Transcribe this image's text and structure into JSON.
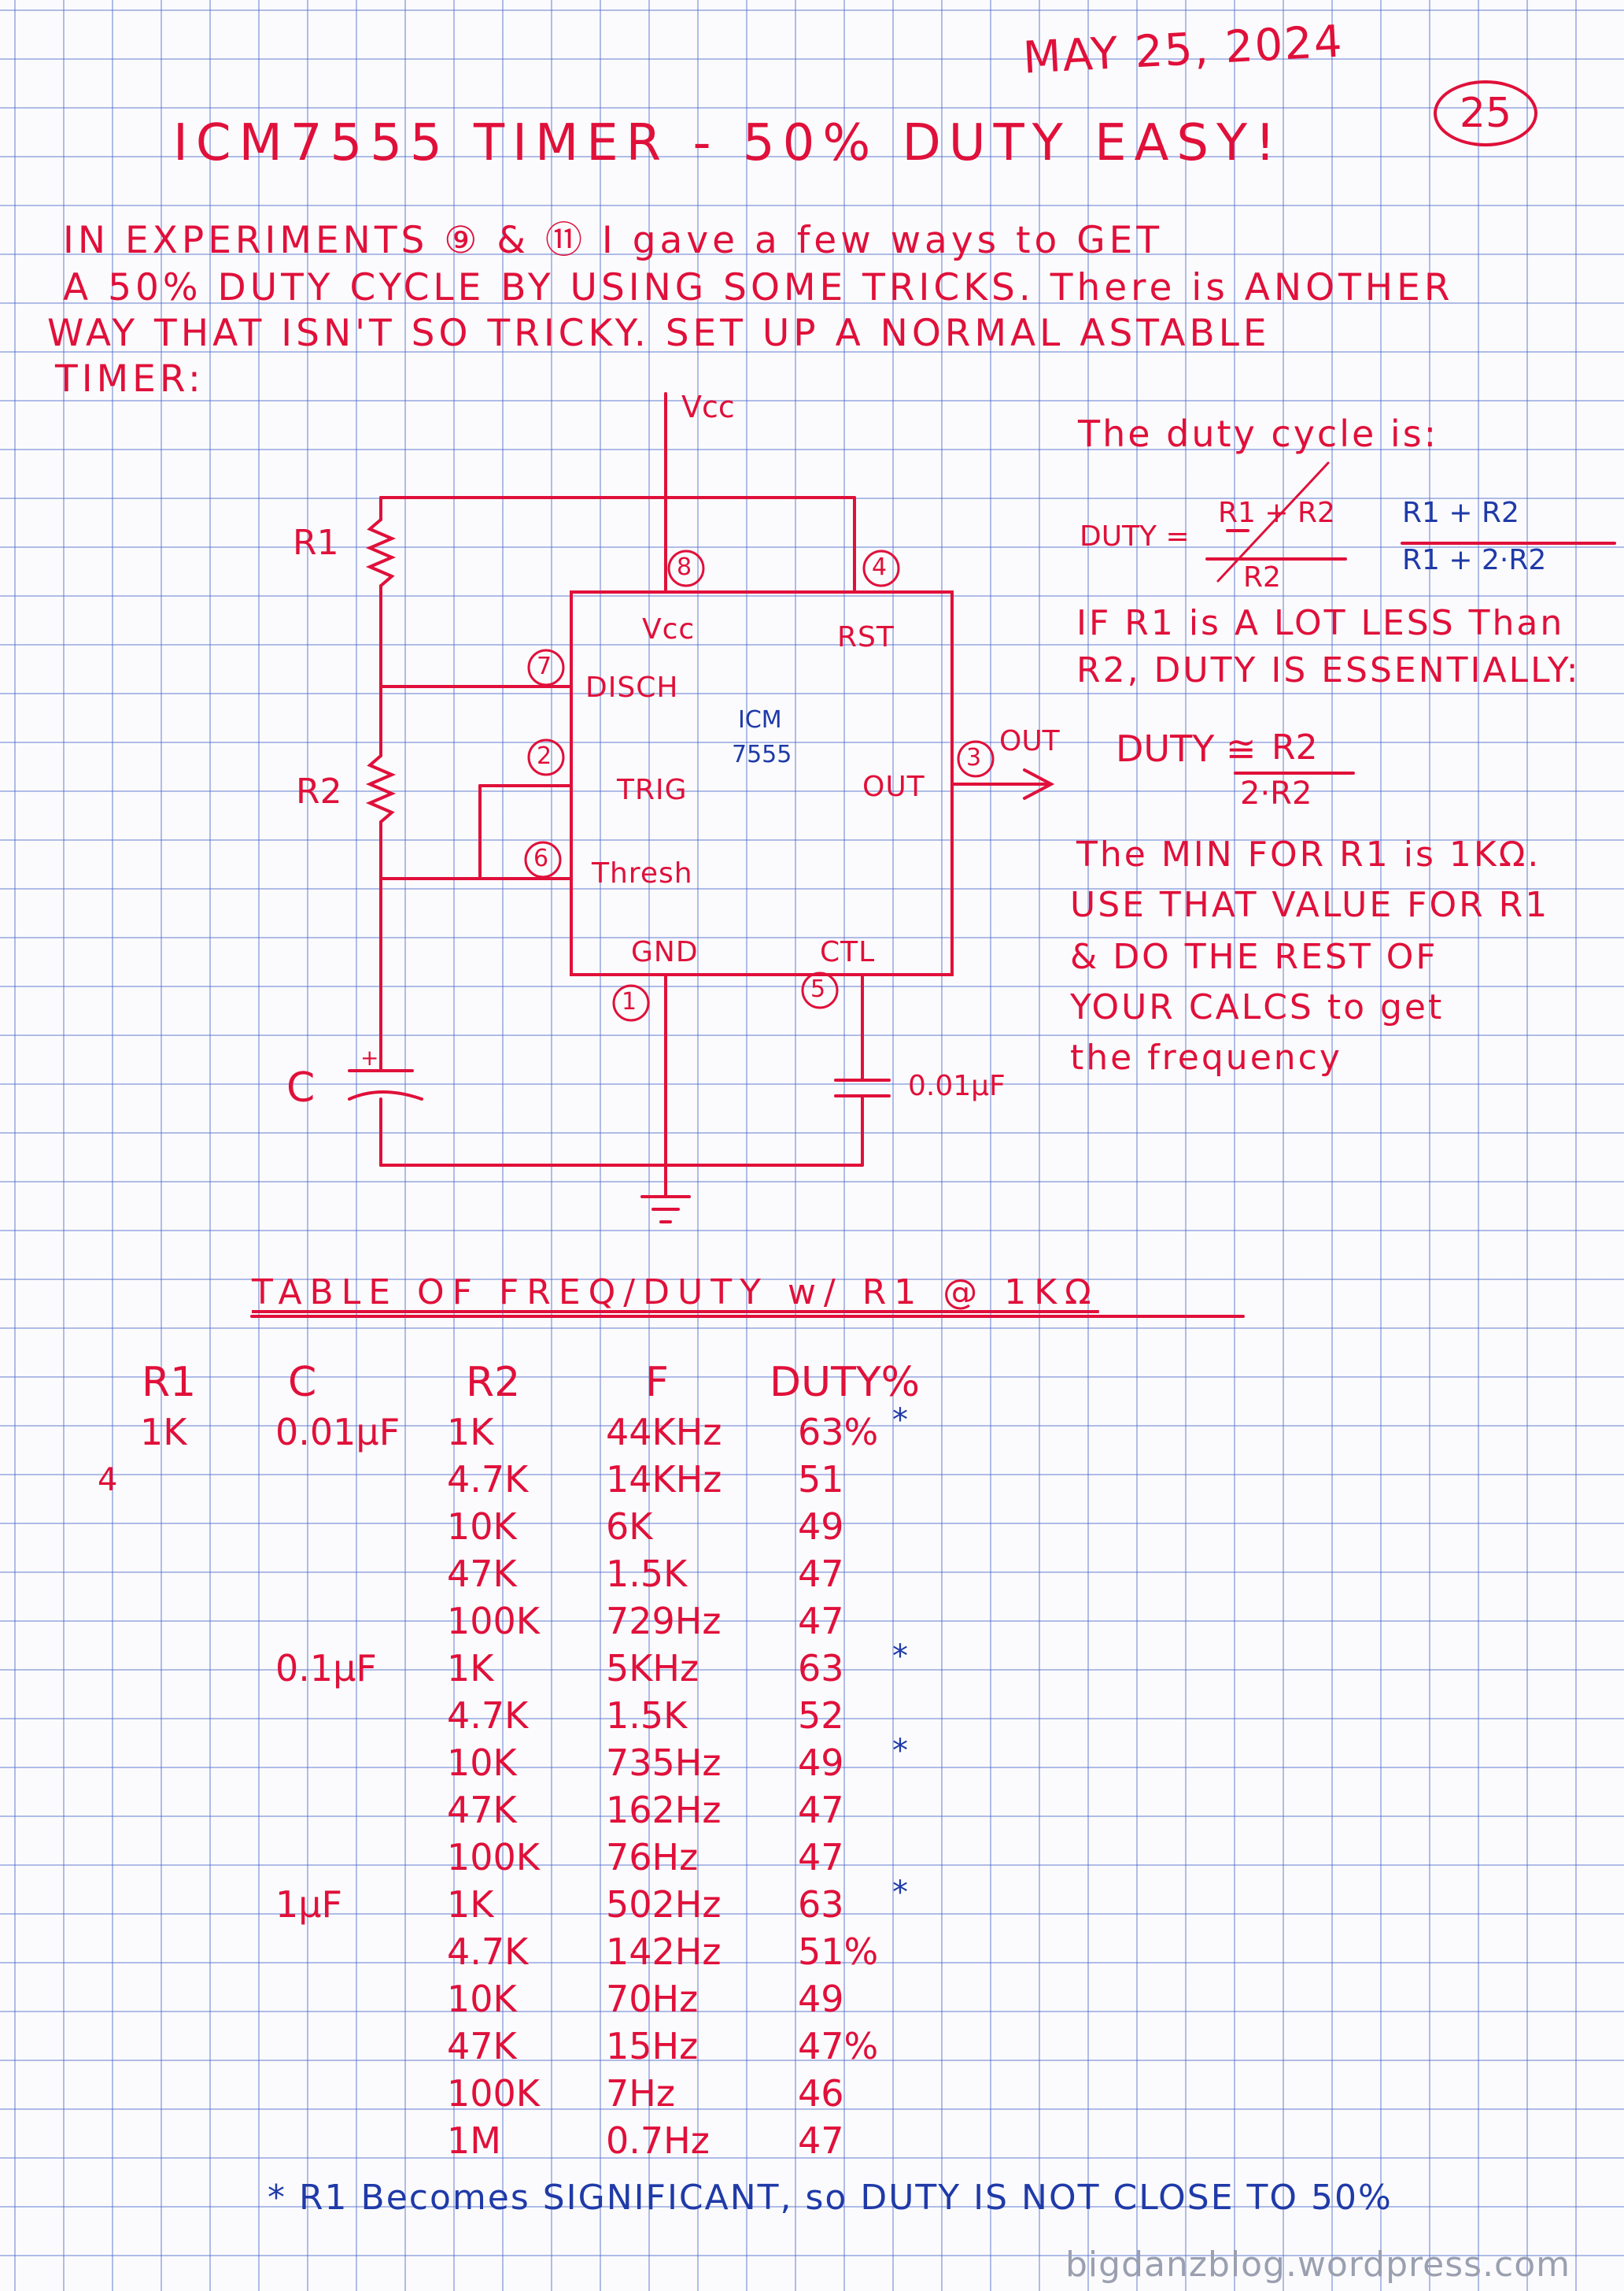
{
  "header": {
    "date": "MAY 25, 2024",
    "page_number": "25",
    "title": "ICM7555 TIMER - 50% DUTY EASY!"
  },
  "intro": [
    "IN EXPERIMENTS ⑨ & ⑪ I gave a few ways to GET",
    "A 50% DUTY CYCLE BY USING SOME TRICKS. There is ANOTHER",
    "WAY THAT ISN'T SO TRICKY. SET UP A NORMAL ASTABLE",
    "TIMER:"
  ],
  "schematic": {
    "vcc": "Vcc",
    "r1": "R1",
    "r2": "R2",
    "c": "C",
    "c_plus": "+",
    "ic_line1": "ICM",
    "ic_line2": "7555",
    "cap_value": "0.01µF",
    "out_label": "OUT",
    "pins": [
      {
        "num": "8",
        "name": "Vcc"
      },
      {
        "num": "4",
        "name": "RST"
      },
      {
        "num": "7",
        "name": "DISCH"
      },
      {
        "num": "2",
        "name": "TRIG"
      },
      {
        "num": "6",
        "name": "Thresh"
      },
      {
        "num": "3",
        "name": "OUT"
      },
      {
        "num": "1",
        "name": "GND"
      },
      {
        "num": "5",
        "name": "CTL"
      }
    ]
  },
  "notes": {
    "duty_heading": "The duty cycle is:",
    "duty_label": "DUTY =",
    "frac1_num": "R1 + R2",
    "frac1_den": "R2",
    "frac2_num": "R1 + R2",
    "frac2_den": "R1 + 2·R2",
    "if_line1": "IF R1 is A LOT LESS Than",
    "if_line2": "R2, DUTY IS ESSENTIALLY:",
    "approx_label": "DUTY ≅",
    "approx_num": "R2",
    "approx_den": "2·R2",
    "min_lines": [
      "The MIN FOR R1 is 1KΩ.",
      "USE THAT VALUE FOR R1",
      "& DO THE REST OF",
      "YOUR CALCS to get",
      "the frequency"
    ]
  },
  "table": {
    "title": "TABLE OF FREQ/DUTY w/ R1 @ 1KΩ",
    "headers": [
      "R1",
      "C",
      "R2",
      "F",
      "DUTY%"
    ],
    "extra_mark": "4",
    "rows": [
      {
        "r1": "1K",
        "c": "0.01µF",
        "r2": "1K",
        "f": "44KHz",
        "duty": "63%",
        "star": "*"
      },
      {
        "r1": "",
        "c": "",
        "r2": "4.7K",
        "f": "14KHz",
        "duty": "51",
        "star": ""
      },
      {
        "r1": "",
        "c": "",
        "r2": "10K",
        "f": "6K",
        "duty": "49",
        "star": ""
      },
      {
        "r1": "",
        "c": "",
        "r2": "47K",
        "f": "1.5K",
        "duty": "47",
        "star": ""
      },
      {
        "r1": "",
        "c": "",
        "r2": "100K",
        "f": "729Hz",
        "duty": "47",
        "star": ""
      },
      {
        "r1": "",
        "c": "0.1µF",
        "r2": "1K",
        "f": "5KHz",
        "duty": "63",
        "star": "*"
      },
      {
        "r1": "",
        "c": "",
        "r2": "4.7K",
        "f": "1.5K",
        "duty": "52",
        "star": ""
      },
      {
        "r1": "",
        "c": "",
        "r2": "10K",
        "f": "735Hz",
        "duty": "49",
        "star": "*"
      },
      {
        "r1": "",
        "c": "",
        "r2": "47K",
        "f": "162Hz",
        "duty": "47",
        "star": ""
      },
      {
        "r1": "",
        "c": "",
        "r2": "100K",
        "f": "76Hz",
        "duty": "47",
        "star": ""
      },
      {
        "r1": "",
        "c": "1µF",
        "r2": "1K",
        "f": "502Hz",
        "duty": "63",
        "star": "*"
      },
      {
        "r1": "",
        "c": "",
        "r2": "4.7K",
        "f": "142Hz",
        "duty": "51%",
        "star": ""
      },
      {
        "r1": "",
        "c": "",
        "r2": "10K",
        "f": "70Hz",
        "duty": "49",
        "star": ""
      },
      {
        "r1": "",
        "c": "",
        "r2": "47K",
        "f": "15Hz",
        "duty": "47%",
        "star": ""
      },
      {
        "r1": "",
        "c": "",
        "r2": "100K",
        "f": "7Hz",
        "duty": "46",
        "star": ""
      },
      {
        "r1": "",
        "c": "",
        "r2": "1M",
        "f": "0.7Hz",
        "duty": "47",
        "star": ""
      }
    ]
  },
  "footnote": "* R1 Becomes SIGNIFICANT, so DUTY IS NOT CLOSE TO 50%",
  "watermark": "bigdanzblog.wordpress.com",
  "colors": {
    "ink_red": "#e0103a",
    "ink_blue": "#1f3aa8",
    "grid": "#4664c8"
  }
}
